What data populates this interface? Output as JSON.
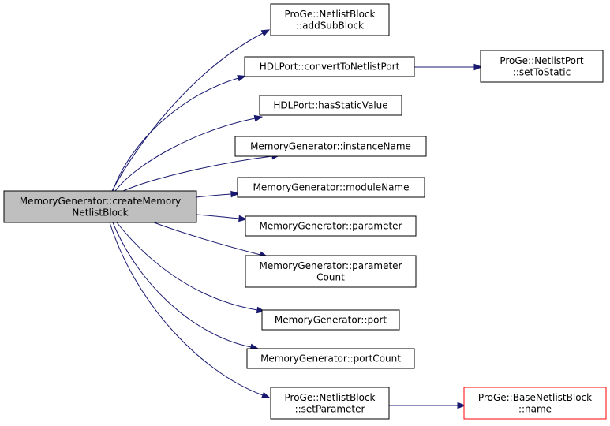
{
  "graph": {
    "root": {
      "id": "root",
      "lines": [
        "MemoryGenerator::createMemory",
        "NetlistBlock"
      ]
    },
    "nodes": [
      {
        "id": "addSubBlock",
        "lines": [
          "ProGe::NetlistBlock",
          "::addSubBlock"
        ],
        "highlight": false
      },
      {
        "id": "convertToNetlistPort",
        "lines": [
          "HDLPort::convertToNetlistPort"
        ],
        "highlight": false
      },
      {
        "id": "setToStatic",
        "lines": [
          "ProGe::NetlistPort",
          "::setToStatic"
        ],
        "highlight": false
      },
      {
        "id": "hasStaticValue",
        "lines": [
          "HDLPort::hasStaticValue"
        ],
        "highlight": false
      },
      {
        "id": "instanceName",
        "lines": [
          "MemoryGenerator::instanceName"
        ],
        "highlight": false
      },
      {
        "id": "moduleName",
        "lines": [
          "MemoryGenerator::moduleName"
        ],
        "highlight": false
      },
      {
        "id": "parameter",
        "lines": [
          "MemoryGenerator::parameter"
        ],
        "highlight": false
      },
      {
        "id": "parameterCount",
        "lines": [
          "MemoryGenerator::parameter",
          "Count"
        ],
        "highlight": false
      },
      {
        "id": "port",
        "lines": [
          "MemoryGenerator::port"
        ],
        "highlight": false
      },
      {
        "id": "portCount",
        "lines": [
          "MemoryGenerator::portCount"
        ],
        "highlight": false
      },
      {
        "id": "setParameter",
        "lines": [
          "ProGe::NetlistBlock",
          "::setParameter"
        ],
        "highlight": false
      },
      {
        "id": "baseName",
        "lines": [
          "ProGe::BaseNetlistBlock",
          "::name"
        ],
        "highlight": true
      }
    ],
    "edges": [
      {
        "from": "root",
        "to": "addSubBlock"
      },
      {
        "from": "root",
        "to": "convertToNetlistPort"
      },
      {
        "from": "convertToNetlistPort",
        "to": "setToStatic"
      },
      {
        "from": "root",
        "to": "hasStaticValue"
      },
      {
        "from": "root",
        "to": "instanceName"
      },
      {
        "from": "root",
        "to": "moduleName"
      },
      {
        "from": "root",
        "to": "parameter"
      },
      {
        "from": "root",
        "to": "parameterCount"
      },
      {
        "from": "root",
        "to": "port"
      },
      {
        "from": "root",
        "to": "portCount"
      },
      {
        "from": "root",
        "to": "setParameter"
      },
      {
        "from": "setParameter",
        "to": "baseName"
      }
    ],
    "colors": {
      "edge": "#191970",
      "root_fill": "#bfbfbf",
      "highlight_border": "#ff0000"
    }
  }
}
